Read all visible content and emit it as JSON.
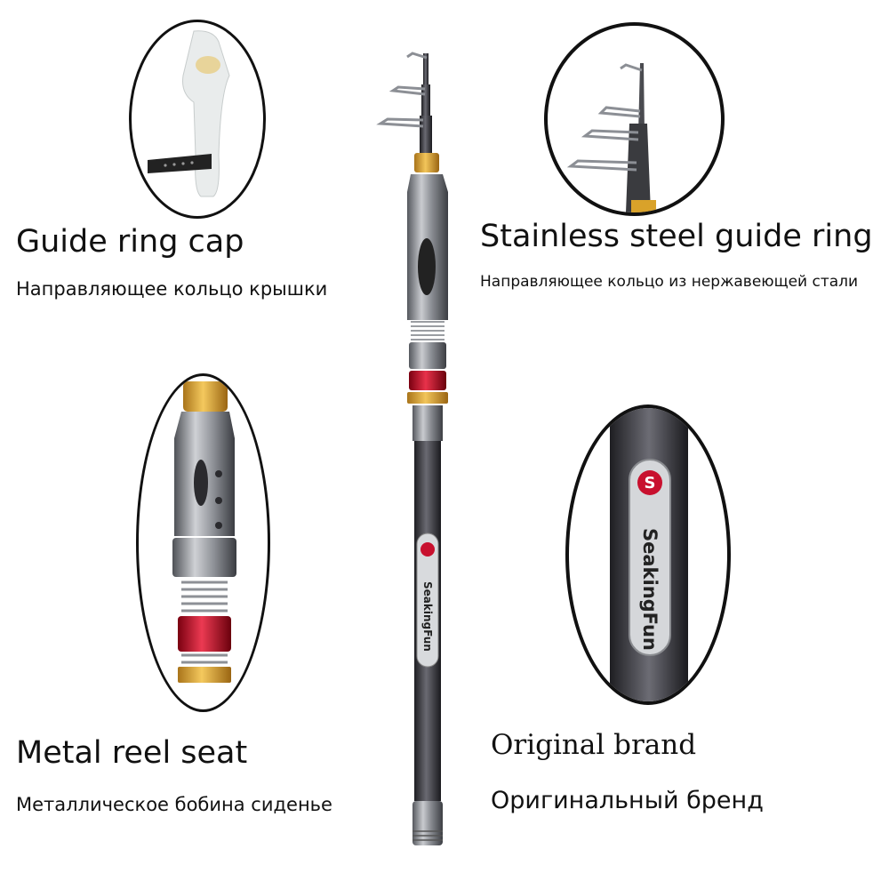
{
  "features": {
    "guide_cap": {
      "title": "Guide ring cap",
      "subtitle": "Направляющее кольцо крышки"
    },
    "steel_ring": {
      "title": "Stainless steel guide ring",
      "subtitle": "Направляющее кольцо из нержавеющей стали"
    },
    "reel_seat": {
      "title": "Metal reel seat",
      "subtitle": "Металлическое бобина сиденье"
    },
    "brand": {
      "title": "Original brand",
      "subtitle": "Оригинальный бренд",
      "logo_text": "SeakingFun"
    }
  },
  "colors": {
    "gold": "#d9a22a",
    "red": "#c8102e",
    "gunmetal": "#6e7177",
    "carbon": "#2c2c30"
  }
}
